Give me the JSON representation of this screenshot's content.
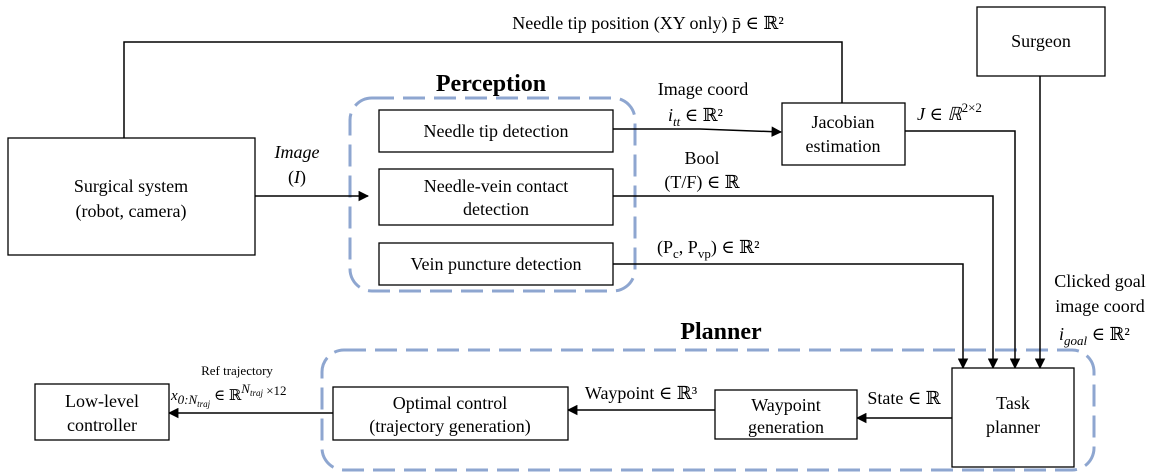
{
  "groups": {
    "perception": "Perception",
    "planner": "Planner"
  },
  "blocks": {
    "surgical_system": [
      "Surgical system",
      "(robot, camera)"
    ],
    "surgeon": "Surgeon",
    "needle_tip_detection": "Needle tip detection",
    "contact_detection": [
      "Needle-vein contact",
      "detection"
    ],
    "puncture_detection": "Vein puncture detection",
    "jacobian": [
      "Jacobian",
      "estimation"
    ],
    "task_planner": [
      "Task",
      "planner"
    ],
    "waypoint_generation": [
      "Waypoint",
      "generation"
    ],
    "optimal_control": [
      "Optimal control",
      "(trajectory generation)"
    ],
    "low_level": [
      "Low-level",
      "controller"
    ]
  },
  "signals": {
    "needle_tip_position": "Needle tip position (XY only)  p̄ ∈ ℝ²",
    "image": [
      "Image",
      "(I)"
    ],
    "image_coord": [
      "Image coord",
      "i",
      "tt",
      " ∈ ℝ²"
    ],
    "bool": [
      "Bool",
      "(T/F) ∈ ℝ"
    ],
    "puncture_out": [
      "(P",
      "c",
      ", P",
      "vp",
      ") ∈ ℝ²"
    ],
    "jacobian_out": [
      "J ∈ ℝ",
      "2×2"
    ],
    "clicked_goal": [
      "Clicked goal",
      "image coord",
      "i",
      "goal",
      "  ∈ ℝ²"
    ],
    "state": "State ∈ ℝ",
    "waypoint": "Waypoint ∈ ℝ³",
    "ref_trajectory": [
      "Ref trajectory",
      "x",
      "0:N",
      "traj",
      " ∈ ℝ",
      "N",
      "traj",
      " ×12"
    ]
  }
}
